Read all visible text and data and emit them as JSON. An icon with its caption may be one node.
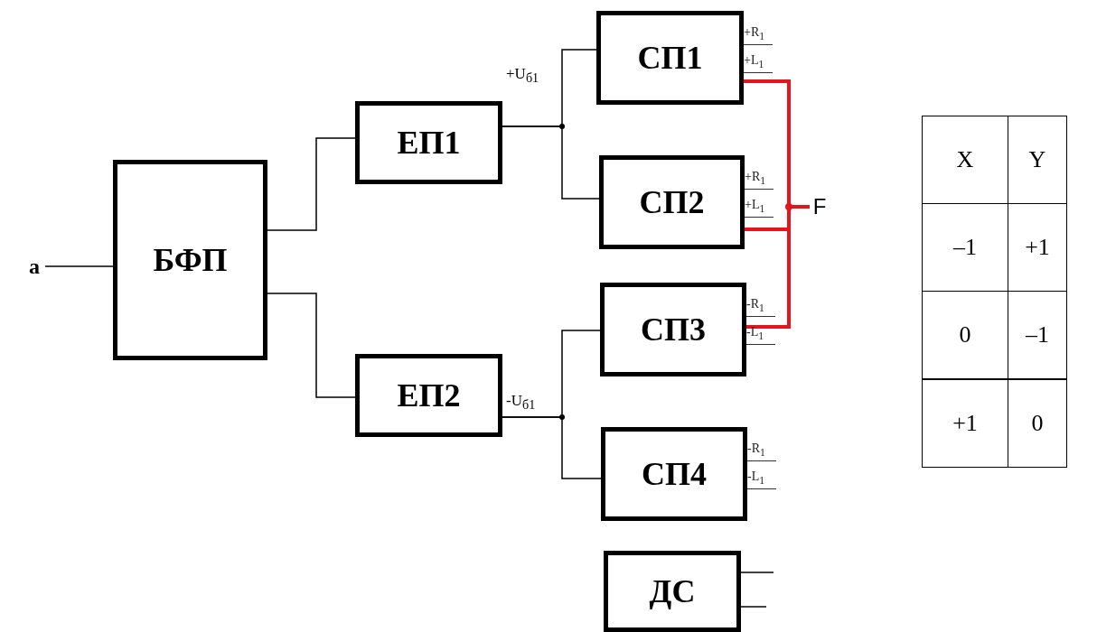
{
  "diagram": {
    "nodes": [
      {
        "text": [
          "a"
        ]
      },
      {
        "text": [
          "БФП"
        ]
      },
      {
        "text": [
          "ЕП1"
        ]
      },
      {
        "text": [
          "ЕП2"
        ]
      },
      {
        "text": [
          "СП1"
        ],
        "beside": [
          "+R$_{1}$",
          "+L$_{1}$"
        ]
      },
      {
        "text": [
          "СП2"
        ],
        "beside": [
          "+R$_{1}$",
          "+L$_{1}$"
        ]
      },
      {
        "text": [
          "СП3"
        ],
        "beside": [
          "-R$_{1}$",
          "-L$_{1}$"
        ]
      },
      {
        "text": [
          "СП4"
        ],
        "beside": [
          "-R$_{1}$",
          "-L$_{1}$"
        ]
      },
      {
        "text": [
          "ДС"
        ]
      },
      {
        "text": [
          "F"
        ]
      }
    ],
    "edges": [
      {
        "from": 0,
        "to": 1,
        "arrow": "none"
      },
      {
        "from": 1,
        "to": 2,
        "arrow": "none"
      },
      {
        "from": 1,
        "to": 3,
        "arrow": "none"
      },
      {
        "from": 2,
        "to": 4,
        "arrow": "none"
      },
      {
        "from": 2,
        "to": 5,
        "arrow": "none"
      },
      {
        "from": 3,
        "to": 6,
        "arrow": "none"
      },
      {
        "from": 3,
        "to": 7,
        "arrow": "none"
      },
      {
        "from": 4,
        "to": 9,
        "arrow": "none",
        "style": "thick",
        "color": "#e8141b"
      },
      {
        "from": 5,
        "to": 9,
        "arrow": "none",
        "style": "thick",
        "color": "#e8141b"
      },
      {
        "from": 6,
        "to": 9,
        "arrow": "none",
        "style": "thick",
        "color": "#e8141b"
      },
      {
        "from": 8,
        "to": null,
        "arrow": "none"
      },
      {
        "from": 8,
        "to": null,
        "arrow": "none"
      }
    ],
    "labels": [
      "+U$_{б1}$",
      "-U$_{б1}$",
      "X",
      "Y",
      "–1",
      "+1",
      "0",
      "–1",
      "+1",
      "0"
    ]
  }
}
